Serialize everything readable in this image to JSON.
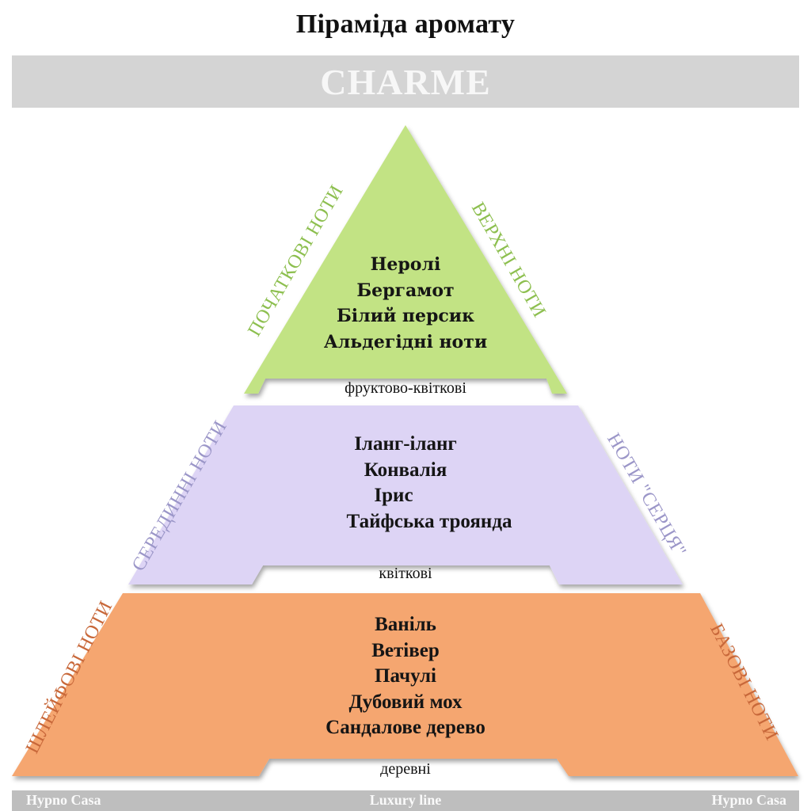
{
  "title": "Піраміда аромату",
  "banner": "CHARME",
  "colors": {
    "top": "#c2e384",
    "middle": "#ddd4f5",
    "base": "#f5a66f",
    "top_label": "#8dbf4f",
    "middle_label": "#9b96c8",
    "base_label": "#c8683a"
  },
  "tiers": {
    "top": {
      "left_label": "ПОЧАТКОВІ НОТИ",
      "right_label": "ВЕРХНІ НОТИ",
      "notes": [
        "Неролі",
        "Бергамот",
        "Білий персик",
        "Альдегідні ноти"
      ],
      "family": "фруктово-квіткові"
    },
    "middle": {
      "left_label": "СЕРЕДИННІ НОТИ",
      "right_label": "НОТИ \"СЕРЦЯ\"",
      "notes": [
        "Іланг-іланг",
        "Конвалія",
        "Ірис",
        "Тайфська троянда"
      ],
      "family": "квіткові"
    },
    "base": {
      "left_label": "ШЛЕЙФОВІ НОТИ",
      "right_label": "БАЗОВІ НОТИ",
      "notes": [
        "Ваніль",
        "Ветівер",
        "Пачулі",
        "Дубовий мох",
        "Сандалове дерево"
      ],
      "family": "деревні"
    }
  },
  "footer": {
    "left": "Hypno Casa",
    "center": "Luxury line",
    "right": "Hypno Casa"
  }
}
